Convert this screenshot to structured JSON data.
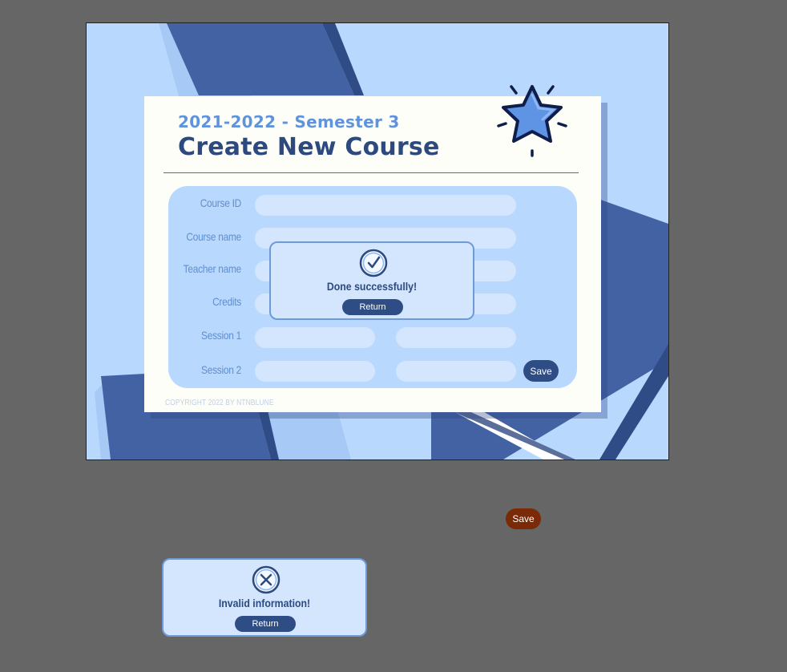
{
  "header": {
    "semester": "2021-2022 - Semester 3",
    "title": "Create New Course"
  },
  "form": {
    "labels": {
      "course_id": "Course ID",
      "course_name": "Course name",
      "teacher_name": "Teacher name",
      "credits": "Credits",
      "session_1": "Session 1",
      "session_2": "Session 2"
    },
    "values": {
      "course_id": "",
      "course_name": "",
      "teacher_name": "",
      "credits": "",
      "session_1_start": "",
      "session_1_end": "",
      "session_2_start": "",
      "session_2_end": ""
    },
    "save_label": "Save"
  },
  "footer": {
    "copyright": "COPYRIGHT 2022 BY NTNBLUNE"
  },
  "success_dialog": {
    "icon": "check-circle-icon",
    "message": "Done successfully!",
    "return_label": "Return"
  },
  "error_dialog": {
    "icon": "x-circle-icon",
    "message": "Invalid information!",
    "return_label": "Return"
  },
  "outside": {
    "save_label": "Save"
  },
  "colors": {
    "canvas": "#666666",
    "panel_light": "#b9d8fd",
    "panel_dark": "#4262a4",
    "title": "#2d4a80",
    "accent": "#5f94dc",
    "button": "#2e4d84",
    "save_hover": "#7a2a06"
  }
}
